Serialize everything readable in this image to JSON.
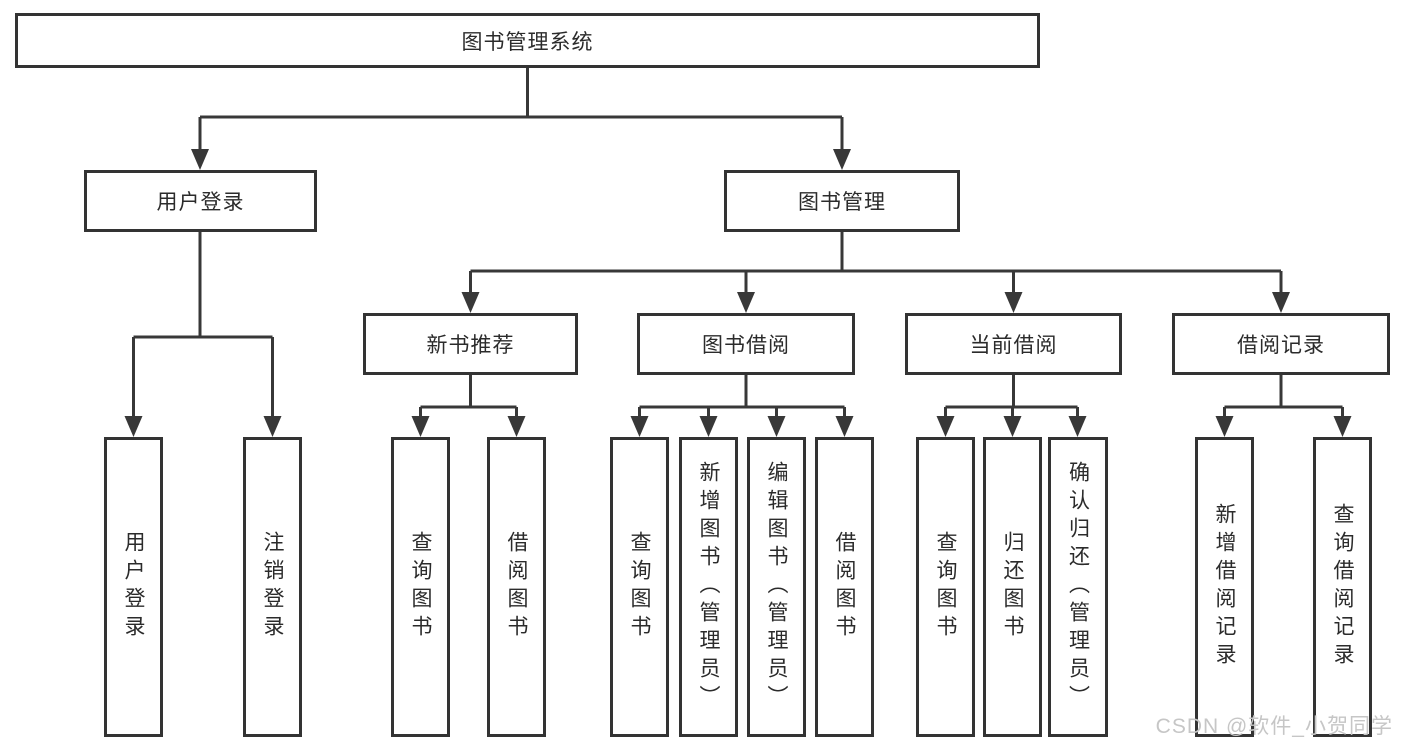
{
  "diagram": {
    "title": "图书管理系统",
    "tree": {
      "label": "图书管理系统",
      "children": [
        {
          "label": "用户登录",
          "children": [
            {
              "label": "用户登录"
            },
            {
              "label": "注销登录"
            }
          ]
        },
        {
          "label": "图书管理",
          "children": [
            {
              "label": "新书推荐",
              "children": [
                {
                  "label": "查询图书"
                },
                {
                  "label": "借阅图书"
                }
              ]
            },
            {
              "label": "图书借阅",
              "children": [
                {
                  "label": "查询图书"
                },
                {
                  "label": "新增图书（管理员）"
                },
                {
                  "label": "编辑图书（管理员）"
                },
                {
                  "label": "借阅图书"
                }
              ]
            },
            {
              "label": "当前借阅",
              "children": [
                {
                  "label": "查询图书"
                },
                {
                  "label": "归还图书"
                },
                {
                  "label": "确认归还（管理员）"
                }
              ]
            },
            {
              "label": "借阅记录",
              "children": [
                {
                  "label": "新增借阅记录"
                },
                {
                  "label": "查询借阅记录"
                }
              ]
            }
          ]
        }
      ]
    },
    "colors": {
      "line": "#383838",
      "box_border": "#333333",
      "text": "#2b2b2b",
      "watermark": "#c6c6c6",
      "background": "#ffffff"
    }
  },
  "watermark": {
    "text": "CSDN @软件_小贺同学"
  }
}
